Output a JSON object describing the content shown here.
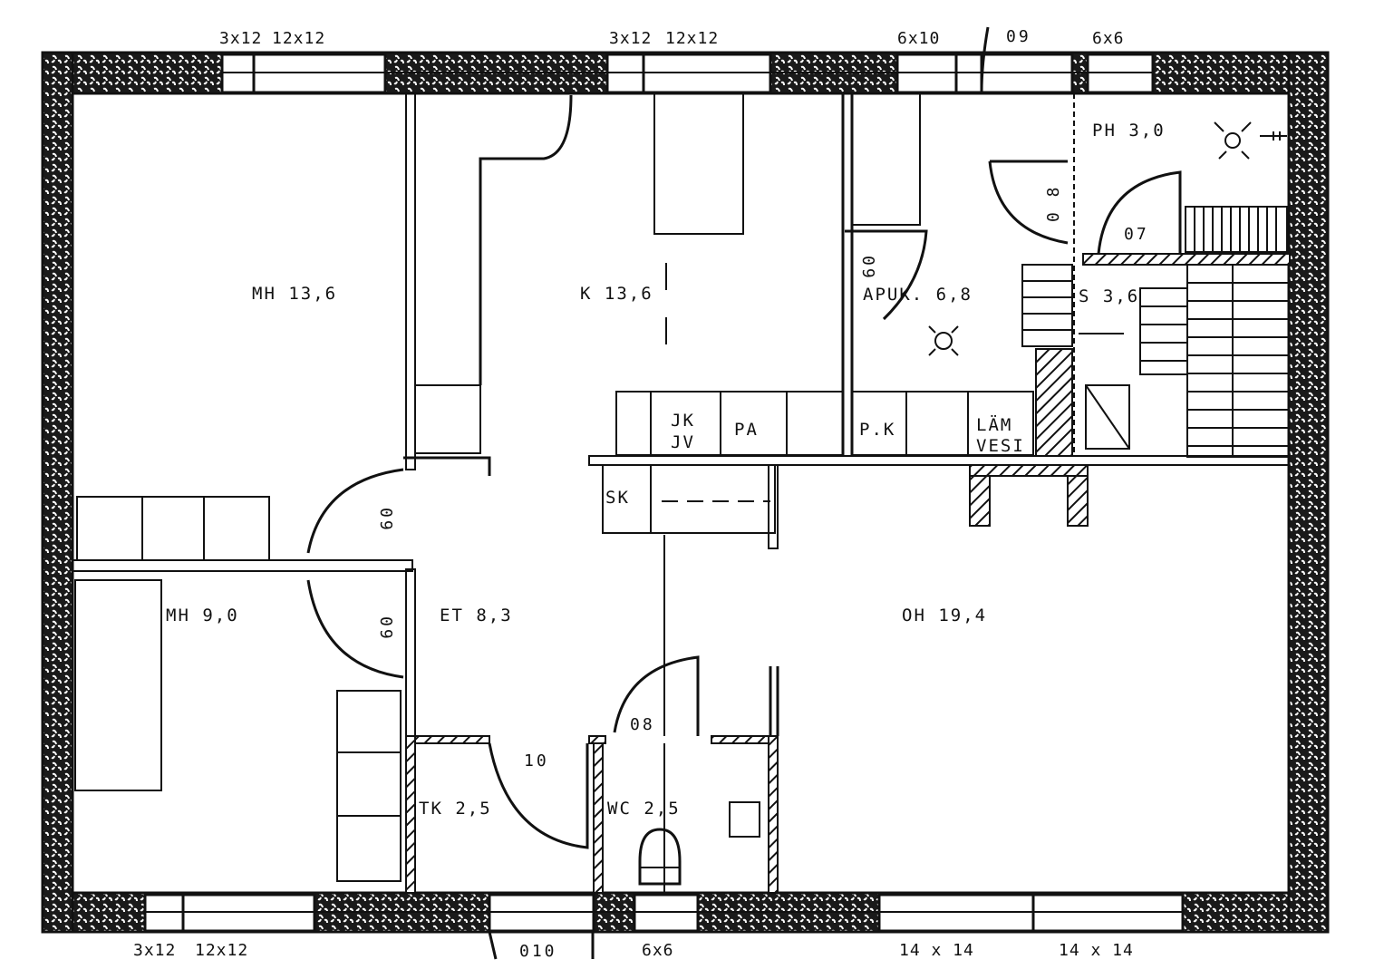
{
  "title": "Floor plan",
  "rooms": {
    "mh1": "MH 13,6",
    "k": "K 13,6",
    "apuk": "APUK. 6,8",
    "ph": "PH 3,0",
    "s": "S 3,6",
    "mh2": "MH 9,0",
    "et": "ET 8,3",
    "oh": "OH 19,4",
    "tk": "TK 2,5",
    "wc": "WC 2,5"
  },
  "fixtures": {
    "jk": "JK",
    "jv": "JV",
    "pa": "PA",
    "pk": "P.K",
    "lam": "LÄM",
    "vesi": "VESI",
    "sk": "SK"
  },
  "doors": {
    "mh1_door": "09",
    "mh2_door": "09",
    "apuk_door": "09",
    "ph_outer": "0 8",
    "ph_inner": "07",
    "wc_door": "08",
    "tk_door": "10",
    "top_door": "09",
    "entrance": "010"
  },
  "windows": {
    "top": [
      "3x12",
      "12x12",
      "3x12",
      "12x12",
      "6x10",
      "6x6"
    ],
    "bottom": [
      "3x12",
      "12x12",
      "6x6",
      "14 x 14",
      "14 x 14"
    ]
  }
}
